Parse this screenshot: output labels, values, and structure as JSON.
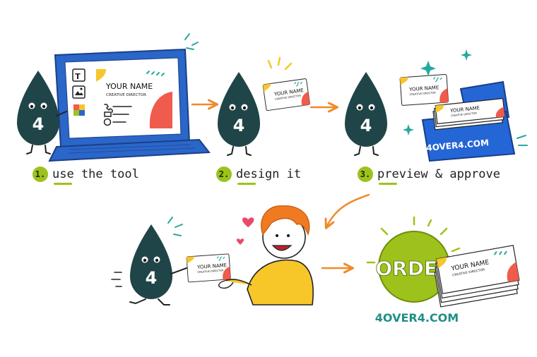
{
  "mascot": {
    "digit": "4"
  },
  "card": {
    "name": "YOUR NAME",
    "role": "CREATIVE DIRECTOR"
  },
  "steps": [
    {
      "num": "1.",
      "text": "use the tool"
    },
    {
      "num": "2.",
      "text": "design it"
    },
    {
      "num": "3.",
      "text": "preview & approve"
    }
  ],
  "box": {
    "brand": "4OVER4.COM"
  },
  "order": {
    "label": "ORDER",
    "site": "4OVER4.COM"
  },
  "tool_icons": {
    "text_tool": "T"
  },
  "colors": {
    "mascot": "#1f4548",
    "laptop": "#2b66c9",
    "accent_green": "#9dc21b",
    "arrow_orange": "#f08a2a",
    "card_yellow": "#f6c62e",
    "card_red": "#ef5b4c",
    "card_teal": "#27a9a0",
    "box_blue": "#2566d6",
    "hair_orange": "#f07a22",
    "shirt_yellow": "#f7c72a",
    "heart_pink": "#ea4a6a"
  }
}
